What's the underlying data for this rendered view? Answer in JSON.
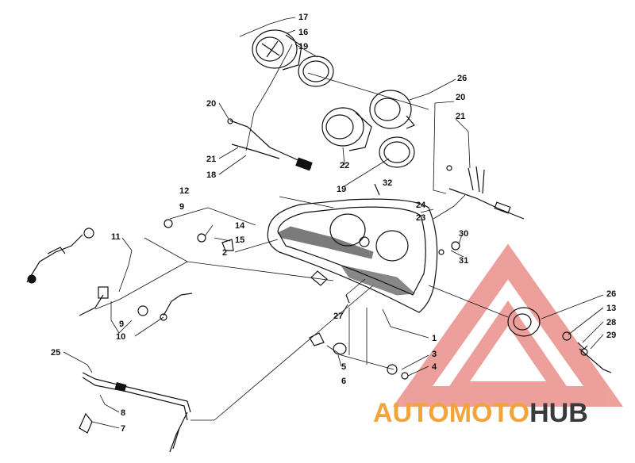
{
  "diagram": {
    "callouts": [
      {
        "id": "c17a",
        "text": "17"
      },
      {
        "id": "c16",
        "text": "16"
      },
      {
        "id": "c19a",
        "text": "19"
      },
      {
        "id": "c26a",
        "text": "26"
      },
      {
        "id": "c20a",
        "text": "20"
      },
      {
        "id": "c20b",
        "text": "20"
      },
      {
        "id": "c21a",
        "text": "21"
      },
      {
        "id": "c21b",
        "text": "21"
      },
      {
        "id": "c18",
        "text": "18"
      },
      {
        "id": "c22",
        "text": "22"
      },
      {
        "id": "c19b",
        "text": "19"
      },
      {
        "id": "c32",
        "text": "32"
      },
      {
        "id": "c24",
        "text": "24"
      },
      {
        "id": "c23",
        "text": "23"
      },
      {
        "id": "c12",
        "text": "12"
      },
      {
        "id": "c9a",
        "text": "9"
      },
      {
        "id": "c14",
        "text": "14"
      },
      {
        "id": "c15",
        "text": "15"
      },
      {
        "id": "c2",
        "text": "2"
      },
      {
        "id": "c11",
        "text": "11"
      },
      {
        "id": "c30",
        "text": "30"
      },
      {
        "id": "c31",
        "text": "31"
      },
      {
        "id": "c27",
        "text": "27"
      },
      {
        "id": "c26b",
        "text": "26"
      },
      {
        "id": "c13",
        "text": "13"
      },
      {
        "id": "c28",
        "text": "28"
      },
      {
        "id": "c29",
        "text": "29"
      },
      {
        "id": "c1",
        "text": "1"
      },
      {
        "id": "c9b",
        "text": "9"
      },
      {
        "id": "c10",
        "text": "10"
      },
      {
        "id": "c3",
        "text": "3"
      },
      {
        "id": "c4",
        "text": "4"
      },
      {
        "id": "c5",
        "text": "5"
      },
      {
        "id": "c6",
        "text": "6"
      },
      {
        "id": "c25",
        "text": "25"
      },
      {
        "id": "c8",
        "text": "8"
      },
      {
        "id": "c7",
        "text": "7"
      }
    ]
  },
  "watermark": {
    "part1": "AUTO",
    "part2": "MOTO",
    "part3": "HUB",
    "colors": {
      "orange": "#f2a33a",
      "dark": "#3a3a3a",
      "triangle": "#e8807a"
    }
  }
}
